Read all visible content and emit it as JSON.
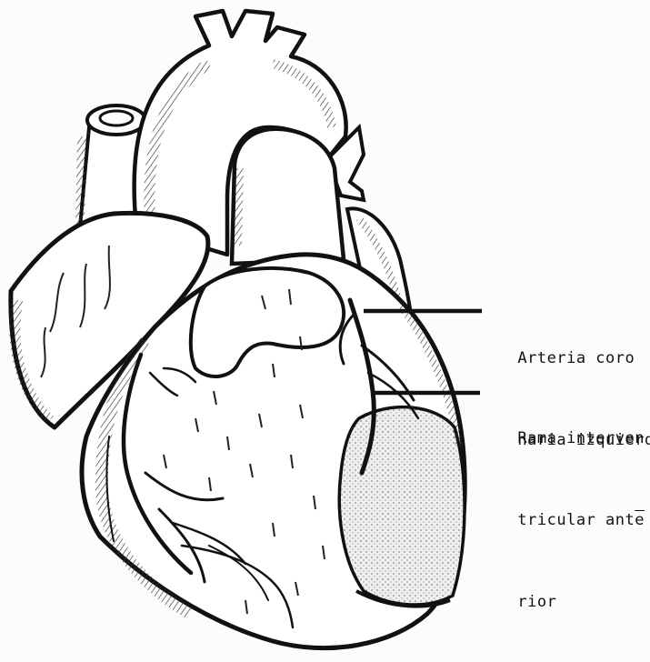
{
  "labels": [
    {
      "lines": [
        {
          "text": "Arteria coro",
          "mark": ""
        },
        {
          "text": "naria izquierd",
          "mark": "a"
        }
      ]
    },
    {
      "lines": [
        {
          "text": "Rama interven",
          "mark": ""
        },
        {
          "text": "tricular ant",
          "mark": "e"
        },
        {
          "text": "rior",
          "mark": ""
        }
      ]
    }
  ],
  "colors": {
    "ink": "#111111",
    "paper": "#fcfcfc",
    "shade": "#bdbdbd"
  }
}
